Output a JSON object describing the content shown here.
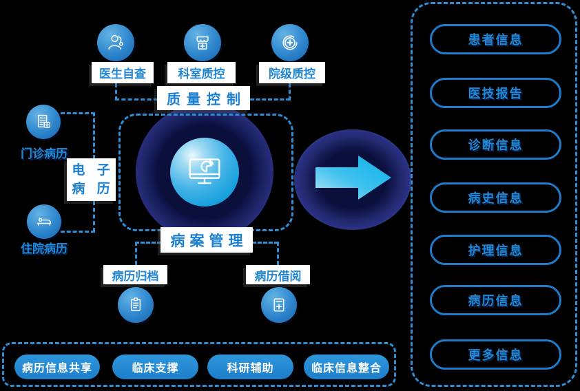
{
  "background": "#000000",
  "colors": {
    "accent_blue": "#2287d3",
    "dashed_line": "#2e8fd6",
    "heading_text": "#1a7fd0",
    "label_text": "#2287d3",
    "pill_border": "#1d7ccc",
    "pill_text": "#1e8ad6",
    "pill_text_shadow": "#0c1f4e",
    "bottom_pill_fill": "#2287d3",
    "bottom_pill_text": "#ffffff",
    "arrow_fill": "#17b0e8",
    "glow_outer_ring": "#1a1aff",
    "glow_teal_ring": "#1e5f6b",
    "icon_circle_fill": "#1a6ab5",
    "inner_circle_fill": "#18a0dd"
  },
  "quality_control": {
    "heading": "质量控制",
    "items": [
      {
        "label": "医生自查",
        "icon": "doctor-icon"
      },
      {
        "label": "科室质控",
        "icon": "department-icon"
      },
      {
        "label": "院级质控",
        "icon": "hospital-seal-icon"
      }
    ]
  },
  "emr": {
    "heading_line1": "电 子",
    "heading_line2": "病 历",
    "items": [
      {
        "label": "门诊病历",
        "icon": "outpatient-record-icon"
      },
      {
        "label": "住院病历",
        "icon": "inpatient-record-icon"
      }
    ]
  },
  "center": {
    "heading": "病案管理",
    "icon": "monitor-pie-icon"
  },
  "record_ops": {
    "items": [
      {
        "label": "病历归档",
        "icon": "clipboard-icon"
      },
      {
        "label": "病历借阅",
        "icon": "record-borrow-icon"
      }
    ]
  },
  "flow_arrow": {
    "icon": "right-arrow-icon"
  },
  "right_panel": {
    "items": [
      {
        "label": "患者信息"
      },
      {
        "label": "医技报告"
      },
      {
        "label": "诊断信息"
      },
      {
        "label": "病史信息"
      },
      {
        "label": "护理信息"
      },
      {
        "label": "病历信息"
      },
      {
        "label": "更多信息"
      }
    ]
  },
  "bottom_bar": {
    "items": [
      {
        "label": "病历信息共享"
      },
      {
        "label": "临床支撑"
      },
      {
        "label": "科研辅助"
      },
      {
        "label": "临床信息整合"
      }
    ]
  }
}
